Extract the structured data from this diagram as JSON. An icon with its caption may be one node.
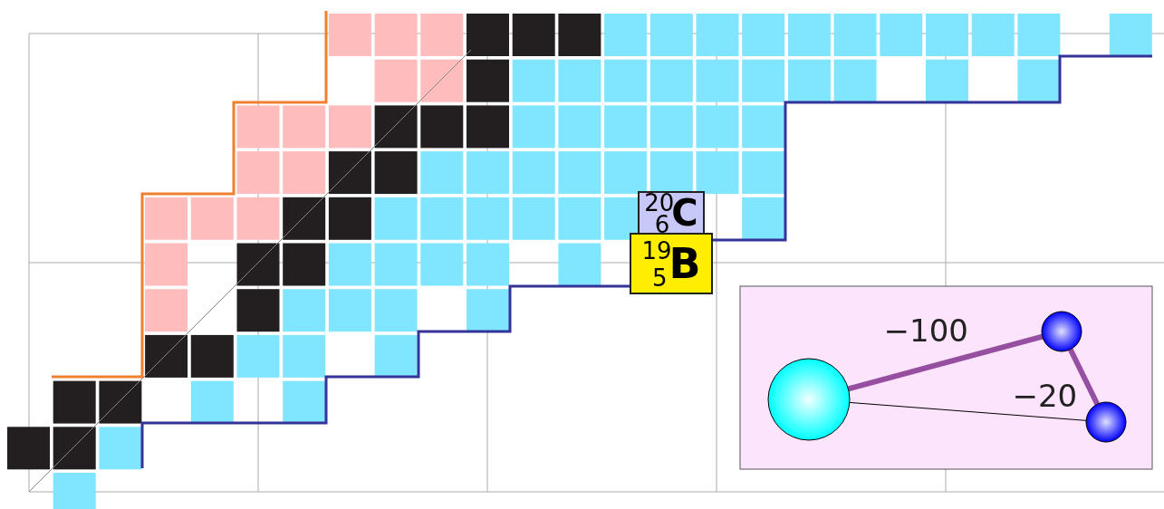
{
  "diagram": {
    "nodes": [
      {
        "text": [
          "$^{20}$$_{6}$**C**"
        ]
      },
      {
        "text": [
          "$^{19}$$_{5}$**B**"
        ]
      },
      {
        "text": [],
        "shape": "circle"
      },
      {
        "text": [],
        "shape": "circle"
      },
      {
        "text": [],
        "shape": "circle"
      }
    ],
    "edges": [
      {
        "from": 2,
        "to": 3,
        "arrow": "none",
        "label": "−100"
      },
      {
        "from": 3,
        "to": 4,
        "arrow": "none",
        "label": "−20"
      },
      {
        "from": 2,
        "to": 4,
        "arrow": "none",
        "color": "#000000"
      }
    ]
  }
}
